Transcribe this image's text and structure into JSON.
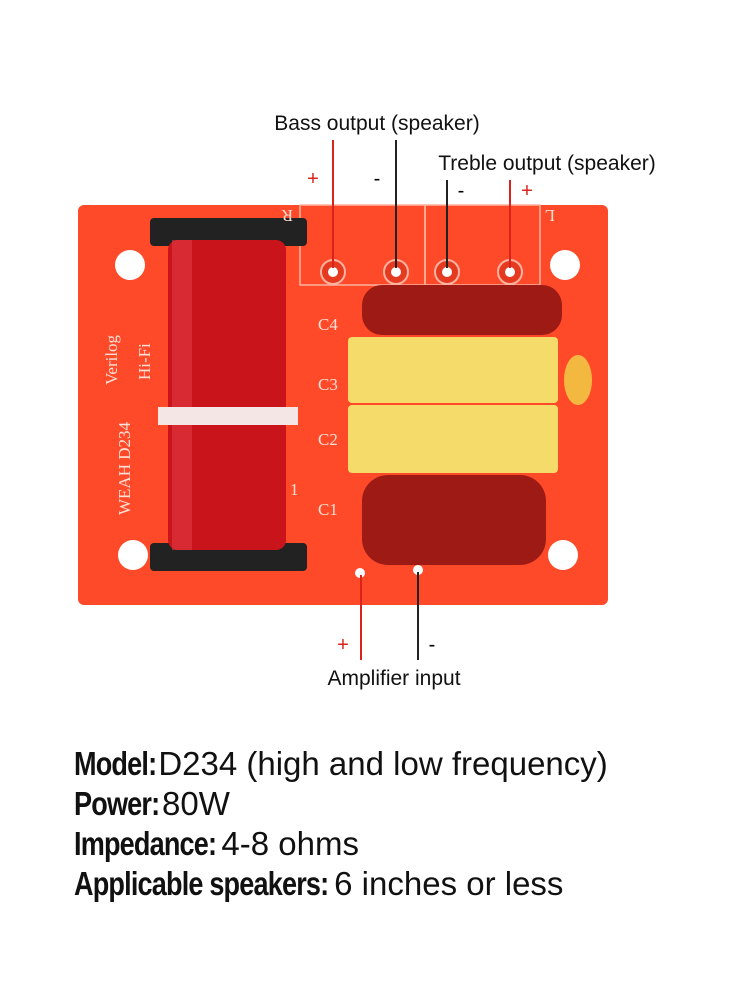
{
  "annotations": {
    "bass_output": "Bass output (speaker)",
    "treble_output": "Treble output (speaker)",
    "amplifier_input": "Amplifier input",
    "plus": "+",
    "minus": "-"
  },
  "board": {
    "brand": "Verilog",
    "hifi": "Hi-Fi",
    "model": "WEAH D234",
    "caps": [
      "C4",
      "C3",
      "C2",
      "C1"
    ],
    "left_mark": "R",
    "right_mark": "L",
    "coil_mark": "1"
  },
  "specs": [
    {
      "label": "Model:",
      "value": "D234 (high and low frequency)"
    },
    {
      "label": "Power:",
      "value": "80W"
    },
    {
      "label": "Impedance:",
      "value": "4-8 ohms"
    },
    {
      "label": "Applicable speakers:",
      "value": "6 inches or less"
    }
  ],
  "colors": {
    "board": "#ff4a2a",
    "coil": "#c8141a",
    "cap_red": "#9e1a14",
    "cap_yellow": "#f5dc6a",
    "accent": "#d9231c"
  }
}
